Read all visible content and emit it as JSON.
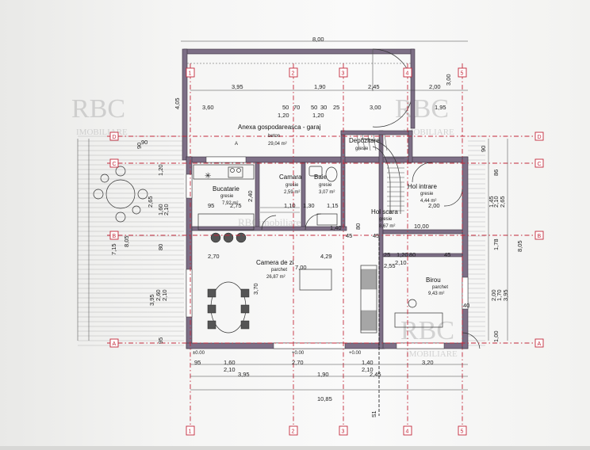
{
  "rooms": {
    "garage": {
      "name": "Anexa gospodareasca - garaj",
      "finish": "beton",
      "area": "29,04 m²",
      "level": "A"
    },
    "kitchen": {
      "name": "Bucatarie",
      "finish": "gresie",
      "area": "7,92 m²"
    },
    "pantry": {
      "name": "Camara",
      "finish": "gresie",
      "area": "2,59 m²"
    },
    "bath": {
      "name": "Baie",
      "finish": "gresie",
      "area": "3,07 m²"
    },
    "storage": {
      "name": "Depozitare",
      "finish": "gresie"
    },
    "entry_hall": {
      "name": "Hol intrare",
      "finish": "gresie",
      "area": "4,44 m²"
    },
    "stair_hall": {
      "name": "Hol scara",
      "finish": "gresie",
      "area": "8,67 m²"
    },
    "living": {
      "name": "Camera de zi",
      "finish": "parchet",
      "area": "26,87 m²"
    },
    "office": {
      "name": "Birou",
      "finish": "parchet",
      "area": "9,43 m²"
    }
  },
  "axes_numbers": [
    "1",
    "2",
    "3",
    "4",
    "5"
  ],
  "axes_letters": [
    "A",
    "B",
    "C",
    "D"
  ],
  "dims_top": [
    "3,95",
    "1,90",
    "2,45",
    "2,00",
    "3,00",
    "50",
    "70",
    "50",
    "30",
    "25",
    "3,00",
    "1,95",
    "3,60",
    "1,20",
    "1,20",
    "8,00",
    "4,05"
  ],
  "dims_bottom_row1": [
    "95",
    "1,60",
    "2,10",
    "2,70",
    "1,40",
    "2,10",
    "3,20"
  ],
  "dims_bottom_row2": [
    "3,95",
    "1,90",
    "2,45"
  ],
  "dims_total": "10,85",
  "dims_left": [
    "90",
    "1,20",
    "2,65",
    "1,60",
    "2,10",
    "80",
    "8,05",
    "7,15",
    "3,95",
    "2,60",
    "2,10",
    "95",
    "90"
  ],
  "dims_right": [
    "90",
    "86",
    "1,45",
    "2,10",
    "2,65",
    "1,78",
    "8,05",
    "2,00",
    "1,70",
    "3,95",
    "1,00",
    "40"
  ],
  "dims_inner": [
    "2,75",
    "2,40",
    "95",
    "1,10",
    "1,30",
    "1,15",
    "80",
    "45",
    "2,70",
    "4,29",
    "7,00",
    "3,70",
    "1,20",
    "80",
    "45",
    "2,10",
    "2,55",
    "2,00",
    "10,00",
    "25",
    "1,40",
    "45"
  ],
  "levels": [
    "±0.00",
    "+0.00",
    "+0.00"
  ],
  "section_mark": "S1",
  "watermark": {
    "brand": "RBC",
    "sub": "IMOBILIARE",
    "center": "RBCimobiliare"
  },
  "colors": {
    "wall": "#7d6f86",
    "grid": "#c2283a",
    "paper": "#f5f5f4"
  }
}
